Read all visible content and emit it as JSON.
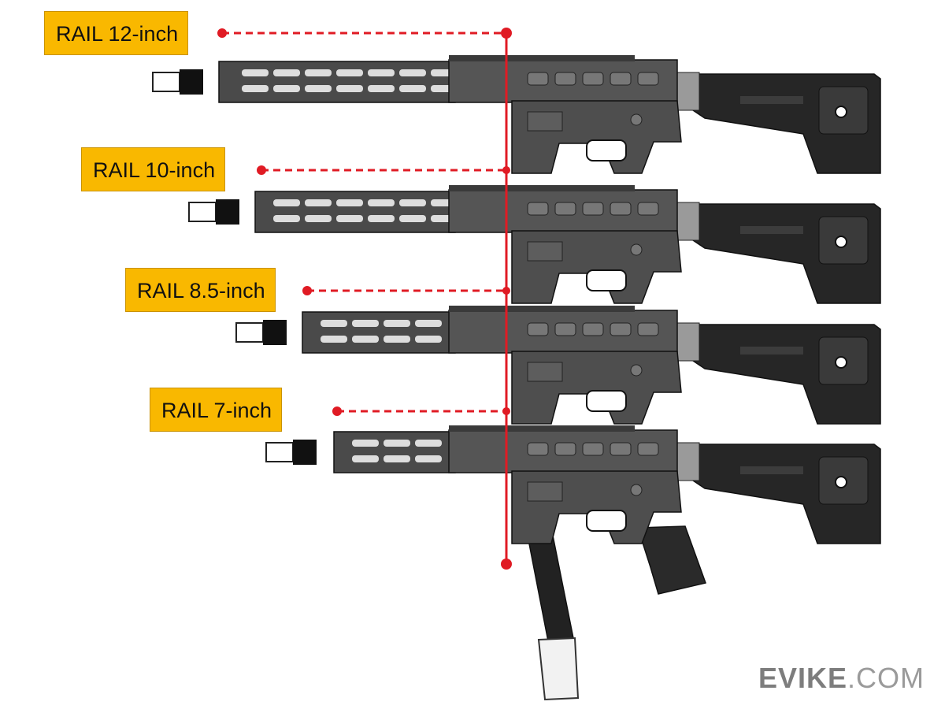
{
  "labels": {
    "rail_12": "RAIL 12-inch",
    "rail_10": "RAIL 10-inch",
    "rail_8_5": "RAIL 8.5-inch",
    "rail_7": "RAIL 7-inch"
  },
  "watermark": {
    "brand": "EVIKE",
    "suffix": ".COM"
  },
  "colors": {
    "label_background": "#f9b800",
    "reference_line": "#e01b24",
    "rifle_body": "#4a4a4a",
    "rifle_dark": "#1c1c1c",
    "stock": "#2a2a2a"
  }
}
